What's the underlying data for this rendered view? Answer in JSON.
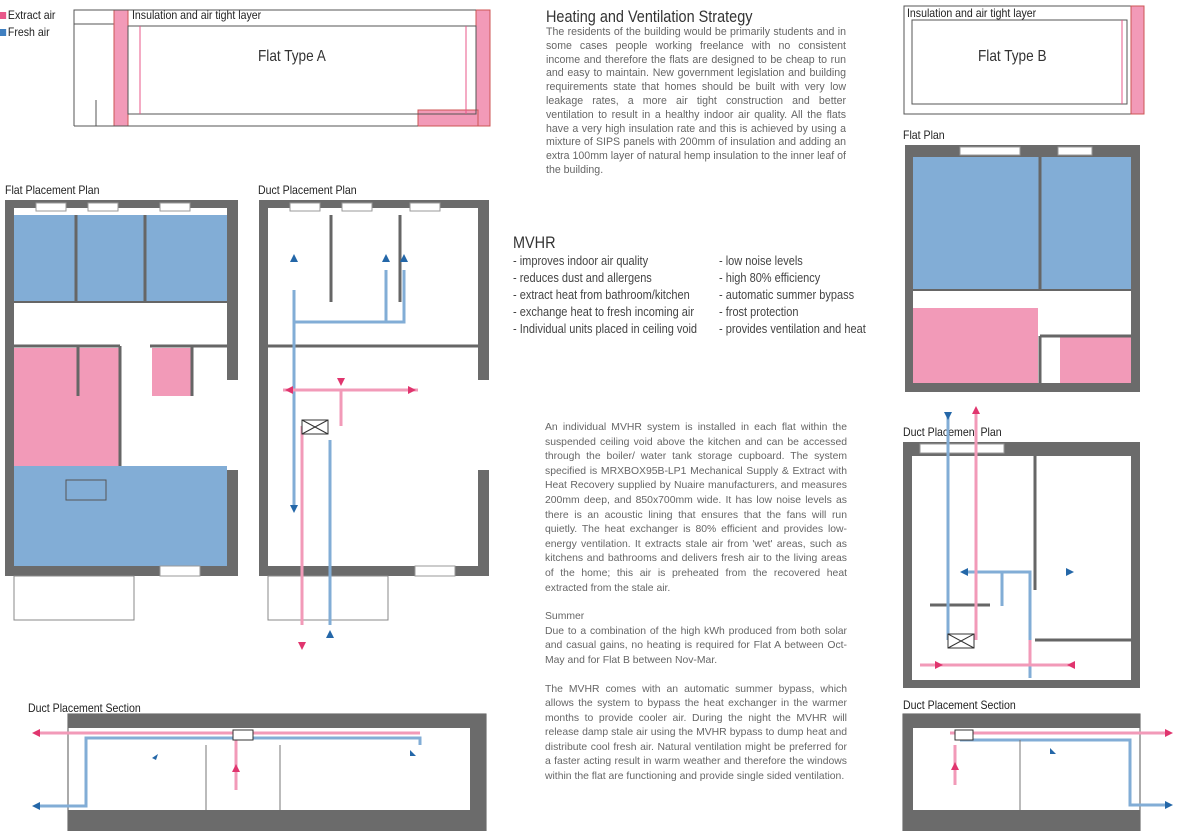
{
  "legend": {
    "items": [
      {
        "label": "Extract air",
        "color": "#e8578a"
      },
      {
        "label": "Fresh air",
        "color": "#3f7fc0"
      }
    ]
  },
  "colors": {
    "extract_zone": "#f29ab8",
    "fresh_zone": "#82add6",
    "extract_arrow": "#e0356e",
    "fresh_arrow": "#2467a8",
    "wall": "#6b6b6b"
  },
  "drawings": {
    "flat_a_insulation": "Insulation and air tight layer",
    "flat_a_title": "Flat Type A",
    "flat_b_insulation": "Insulation and air tight layer",
    "flat_b_title": "Flat Type B",
    "flat_placement_plan": "Flat Placement Plan",
    "duct_placement_plan_a": "Duct Placement Plan",
    "duct_placement_section_a": "Duct Placement Section",
    "flat_plan_b": "Flat Plan",
    "duct_placement_plan_b": "Duct Placement Plan",
    "duct_placement_section_b": "Duct Placement Section"
  },
  "strategy": {
    "title": "Heating and Ventilation Strategy",
    "body": "The residents of the building would be primarily students and in some cases people working freelance with no consistent income and therefore the flats are designed to be cheap to run and easy to maintain. New government legislation and building requirements state that homes should be built with very low leakage rates, a more air tight construction and better ventilation to result in a healthy indoor air quality. All the flats have a very high insulation rate and this is achieved by using a mixture of SIPS panels with 200mm of insulation and adding an extra 100mm layer of natural hemp insulation to the inner leaf of the building."
  },
  "mvhr": {
    "title": "MVHR",
    "left": [
      "- improves indoor air quality",
      "- reduces dust and allergens",
      "- extract heat from bathroom/kitchen",
      "- exchange heat to fresh incoming air",
      "- Individual units placed in ceiling void"
    ],
    "right": [
      "- low noise levels",
      "- high 80% efficiency",
      "- automatic summer bypass",
      "- frost protection",
      "- provides ventilation and heat"
    ]
  },
  "description": {
    "p1": "An individual MVHR system is installed in each flat within the suspended ceiling void above the kitchen and can be accessed through the boiler/ water tank storage cupboard. The system specified is MRXBOX95B-LP1 Mechanical Supply & Extract with Heat Recovery supplied by Nuaire manufacturers, and measures 200mm deep, and 850x700mm wide. It has low noise levels as there is an acoustic lining that ensures that the fans will run quietly. The heat exchanger is 80% efficient and provides low-energy ventilation. It extracts stale air from 'wet' areas, such as kitchens and bathrooms and delivers fresh air to the living areas of the home; this air is preheated from the recovered heat extracted from the stale air.",
    "summer_heading": "Summer",
    "p2": "Due to a combination of the high kWh produced from both solar and casual gains, no heating is required for Flat A between Oct-May and for Flat B between Nov-Mar.",
    "p3": "The MVHR comes with an automatic summer bypass, which allows the system to bypass the heat exchanger in the warmer months to provide cooler air. During the night the MVHR will release damp stale air using the MVHR bypass to dump heat and distribute cool fresh air.  Natural ventilation might be preferred for a faster acting result in warm weather and therefore the windows within the flat are functioning and provide single sided ventilation."
  }
}
